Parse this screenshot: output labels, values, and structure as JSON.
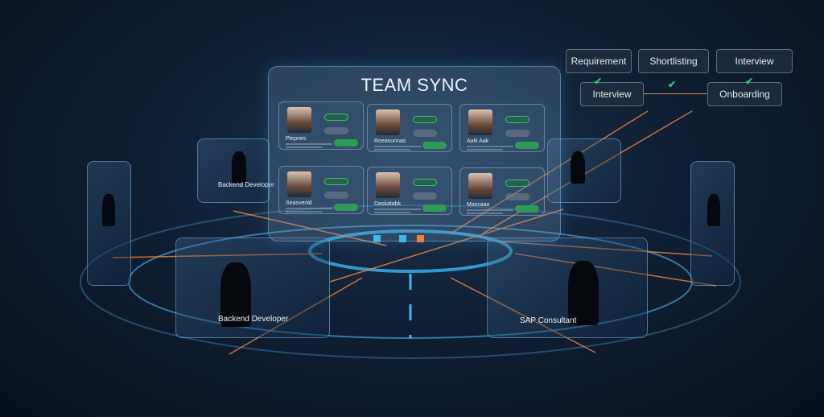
{
  "main": {
    "title": "TEAM SYNC",
    "cards": [
      {
        "name": "Plepnes"
      },
      {
        "name": "Roeasunnas"
      },
      {
        "name": "Aaik Aak"
      },
      {
        "name": "Seasvenld"
      },
      {
        "name": "Daskatabk"
      },
      {
        "name": "Mascaao"
      }
    ]
  },
  "flow": {
    "nodes": [
      "Requirement",
      "Shortlisting",
      "Interview",
      "Interview",
      "Onboarding"
    ]
  },
  "side_panels": {
    "left_bottom": "Backend Developer",
    "right_bottom": "SAP Consultant",
    "left_top": "Backend Developer"
  },
  "colors": {
    "accent": "#3ab8f0",
    "connector": "#e8823a",
    "status": "#3fbf6a"
  }
}
